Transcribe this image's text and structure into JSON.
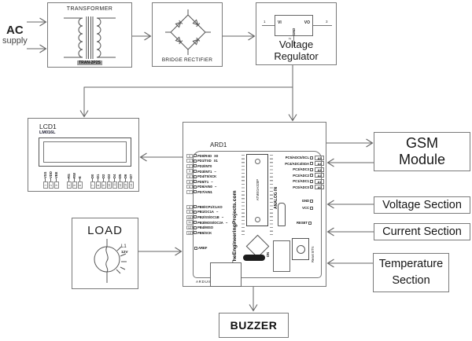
{
  "colors": {
    "line": "#666666",
    "border": "#7a7a7a",
    "text": "#111111",
    "part_bg": "#9e9e9e"
  },
  "ac_supply": {
    "title": "AC",
    "subtitle": "supply"
  },
  "transformer": {
    "title": "TRANSFORMER",
    "part": "TRAN-2P2S"
  },
  "bridge_rectifier": {
    "label": "BRIDGE RECTIFIER"
  },
  "voltage_regulator": {
    "label": "Voltage Regulator",
    "vi": "VI",
    "vo": "VO",
    "gnd": "GND",
    "pin1": "1",
    "pin2": "2",
    "pin3": "3"
  },
  "lcd": {
    "ref": "LCD1",
    "part": "LM016L",
    "pins_g1": [
      {
        "label": "VSS",
        "num": "1"
      },
      {
        "label": "VDD",
        "num": "2"
      },
      {
        "label": "VEE",
        "num": "3"
      }
    ],
    "pins_g2": [
      {
        "label": "RS",
        "num": "4"
      },
      {
        "label": "RW",
        "num": "5"
      },
      {
        "label": "E",
        "num": "6"
      }
    ],
    "pins_g3": [
      {
        "label": "D0",
        "num": "7"
      },
      {
        "label": "D1",
        "num": "8"
      },
      {
        "label": "D2",
        "num": "9"
      },
      {
        "label": "D3",
        "num": "10"
      },
      {
        "label": "D4",
        "num": "11"
      },
      {
        "label": "D5",
        "num": "12"
      },
      {
        "label": "D6",
        "num": "13"
      },
      {
        "label": "D7",
        "num": "14"
      }
    ]
  },
  "load": {
    "title": "LOAD",
    "ref": "L1",
    "value": "12V"
  },
  "arduino": {
    "ref": "ARD1",
    "board": "ARDUINO UNO",
    "website": "www.TheEngineeringProjects.com",
    "chip": "ATMEGA328P",
    "analog_header": "ANALOG IN",
    "aref": "AREF",
    "reset": "RESET",
    "reset_btn": "Reset BTN",
    "on": "ON",
    "digital_pins": [
      {
        "num": "0",
        "label": "PD0/RXD",
        "extra": "X0"
      },
      {
        "num": "1",
        "label": "PD1/TXD",
        "extra": "X1"
      },
      {
        "num": "2",
        "label": "PD2/INT0",
        "extra": ""
      },
      {
        "num": "3",
        "label": "PD3/INT1",
        "extra": "~"
      },
      {
        "num": "4",
        "label": "PD4/T0/XCK",
        "extra": ""
      },
      {
        "num": "5",
        "label": "PD5/T1",
        "extra": "~"
      },
      {
        "num": "6",
        "label": "PD6/AIN0",
        "extra": "~"
      },
      {
        "num": "7",
        "label": "PD7/AIN1",
        "extra": ""
      }
    ],
    "pwm_pins": [
      {
        "num": "8",
        "label": "PB0/ICP1/CLKO",
        "extra": ""
      },
      {
        "num": "9",
        "label": "PB1/OC1A",
        "extra": "~"
      },
      {
        "num": "10",
        "label": "PB2/SS/OC1B",
        "extra": "~"
      },
      {
        "num": "11",
        "label": "PB3/MOSI/OC2A",
        "extra": "~"
      },
      {
        "num": "12",
        "label": "PB4/MISO",
        "extra": ""
      },
      {
        "num": "13",
        "label": "PB5/SCK",
        "extra": ""
      }
    ],
    "analog_pins": [
      {
        "label": "PC5/ADC5/SCL",
        "pin": "A5"
      },
      {
        "label": "PC4/ADC4/SDA",
        "pin": "A4"
      },
      {
        "label": "PC3/ADC3",
        "pin": "A3"
      },
      {
        "label": "PC2/ADC2",
        "pin": "A2"
      },
      {
        "label": "PC1/ADC1",
        "pin": "A1"
      },
      {
        "label": "PC0/ADC0",
        "pin": "A0"
      }
    ],
    "power_pins": [
      {
        "label": "GND"
      },
      {
        "label": "VCC"
      }
    ]
  },
  "gsm_module": {
    "line1": "GSM",
    "line2": "Module"
  },
  "voltage_section": {
    "label": "Voltage Section"
  },
  "current_section": {
    "label": "Current Section"
  },
  "temperature_section": {
    "line1": "Temperature",
    "line2": "Section"
  },
  "buzzer": {
    "label": "BUZZER"
  }
}
